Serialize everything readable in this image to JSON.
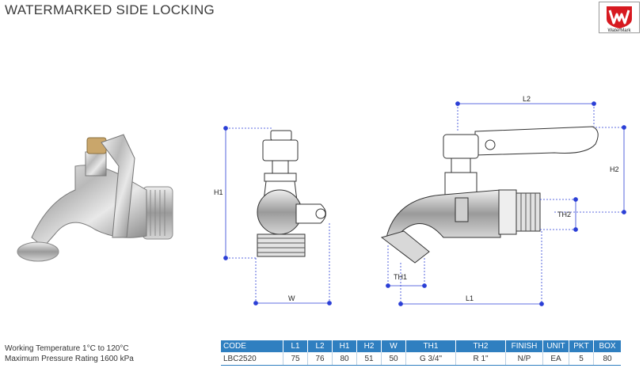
{
  "title": "WATERMARKED SIDE LOCKING",
  "logo": {
    "text": "WaterMark",
    "color": "#d71920"
  },
  "specs": {
    "working_temperature": "Working Temperature  1°C to 120°C",
    "max_pressure": "Maximum Pressure Rating  1600 kPa"
  },
  "dimension_labels": {
    "h1": "H1",
    "w": "W",
    "l1": "L1",
    "l2": "L2",
    "h2": "H2",
    "th1": "TH1",
    "th2": "TH2"
  },
  "table": {
    "headers": [
      "CODE",
      "L1",
      "L2",
      "H1",
      "H2",
      "W",
      "TH1",
      "TH2",
      "FINISH",
      "UNIT",
      "PKT",
      "BOX"
    ],
    "rows": [
      [
        "LBC2520",
        "75",
        "76",
        "80",
        "51",
        "50",
        "G 3/4\"",
        "R 1\"",
        "N/P",
        "EA",
        "5",
        "80"
      ]
    ]
  },
  "colors": {
    "accent": "#2f7fc0",
    "dimension_line": "#2b3fd6"
  }
}
